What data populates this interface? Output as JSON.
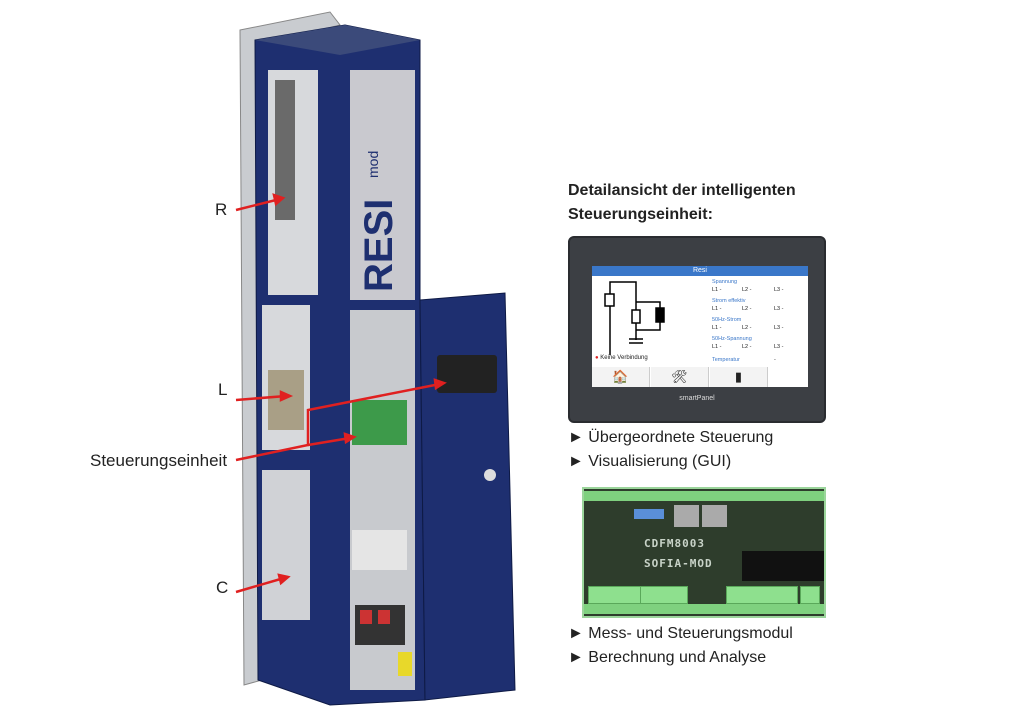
{
  "labels": {
    "r": "R",
    "l": "L",
    "control": "Steuerungseinheit",
    "c": "C"
  },
  "cabinet": {
    "brand": "RESI",
    "brand_suffix": "mod"
  },
  "heading": {
    "line1": "Detailansicht der intelligenten",
    "line2": "Steuerungseinheit:"
  },
  "panel": {
    "title": "Resi",
    "status": "Keine Verbindung",
    "readings": [
      {
        "label": "Spannung",
        "l1": "L1 -",
        "l2": "L2 -",
        "l3": "L3 -"
      },
      {
        "label": "Strom effektiv",
        "l1": "L1 -",
        "l2": "L2 -",
        "l3": "L3 -"
      },
      {
        "label": "50Hz-Strom",
        "l1": "L1 -",
        "l2": "L2 -",
        "l3": "L3 -"
      },
      {
        "label": "50Hz-Spannung",
        "l1": "L1 -",
        "l2": "L2 -",
        "l3": "L3 -"
      }
    ],
    "temperature_label": "Temperatur",
    "temperature_value": "-",
    "brand": "smartPanel"
  },
  "bullets1": [
    "► Übergeordnete Steuerung",
    "► Visualisierung (GUI)"
  ],
  "module": {
    "line1": "CDFM8003",
    "line2": "SOFIA-MOD"
  },
  "bullets2": [
    "► Mess- und Steuerungsmodul",
    "► Berechnung und Analyse"
  ],
  "colors": {
    "cabinet": "#1c2d6b",
    "arrow": "#e02020",
    "screen_accent": "#3a77c9",
    "module": "#2e3d2c"
  }
}
